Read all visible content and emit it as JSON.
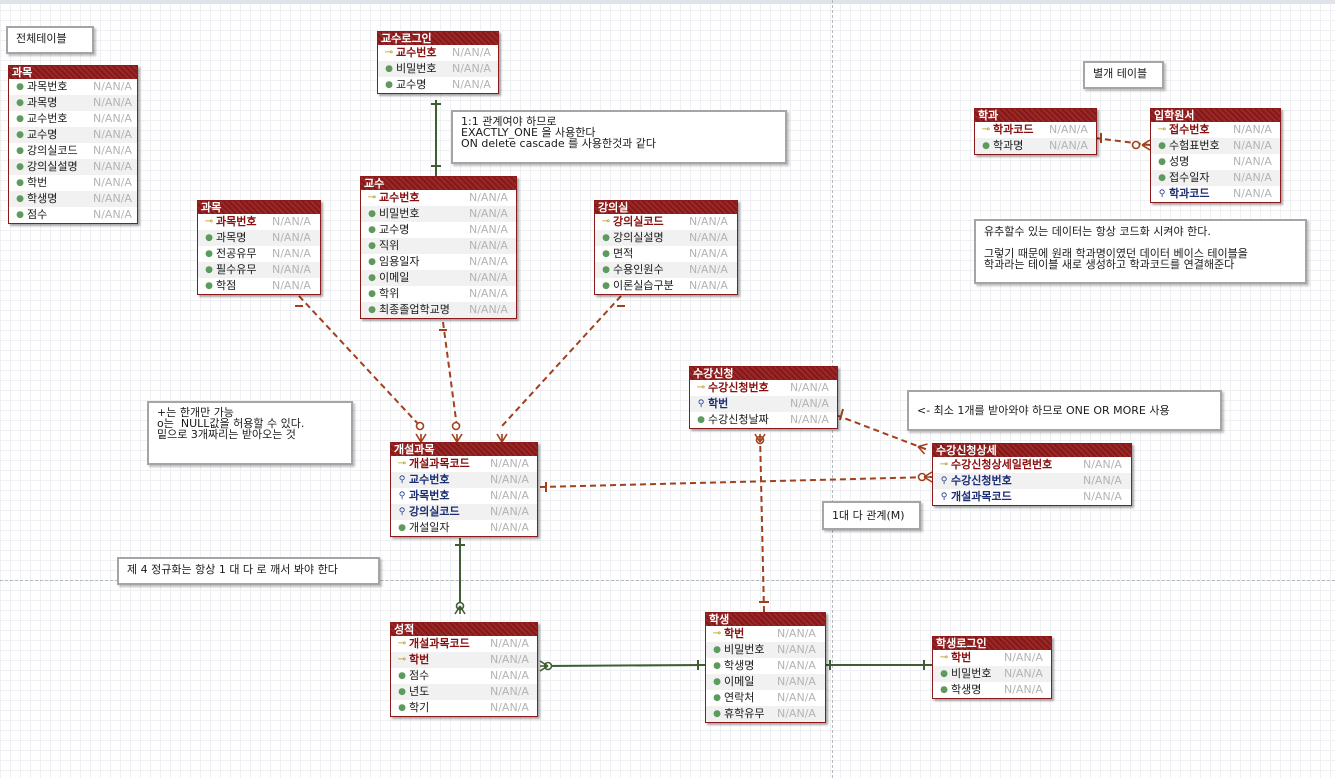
{
  "null_label": "N/AN/A",
  "entities": {
    "gwamok_all": {
      "title": "과목",
      "attrs": [
        {
          "name": "과목번호",
          "kind": "attr"
        },
        {
          "name": "과목명",
          "kind": "attr"
        },
        {
          "name": "교수번호",
          "kind": "attr"
        },
        {
          "name": "교수명",
          "kind": "attr"
        },
        {
          "name": "강의실코드",
          "kind": "attr"
        },
        {
          "name": "강의실설명",
          "kind": "attr"
        },
        {
          "name": "학번",
          "kind": "attr"
        },
        {
          "name": "학생명",
          "kind": "attr"
        },
        {
          "name": "점수",
          "kind": "attr"
        }
      ]
    },
    "professor_login": {
      "title": "교수로그인",
      "attrs": [
        {
          "name": "교수번호",
          "kind": "pk"
        },
        {
          "name": "비밀번호",
          "kind": "attr"
        },
        {
          "name": "교수명",
          "kind": "attr"
        }
      ]
    },
    "professor": {
      "title": "교수",
      "attrs": [
        {
          "name": "교수번호",
          "kind": "pk"
        },
        {
          "name": "비밀번호",
          "kind": "attr"
        },
        {
          "name": "교수명",
          "kind": "attr"
        },
        {
          "name": "직위",
          "kind": "attr"
        },
        {
          "name": "임용일자",
          "kind": "attr"
        },
        {
          "name": "이메일",
          "kind": "attr"
        },
        {
          "name": "학위",
          "kind": "attr"
        },
        {
          "name": "최종졸업학교명",
          "kind": "attr"
        }
      ]
    },
    "course": {
      "title": "과목",
      "attrs": [
        {
          "name": "과목번호",
          "kind": "pk"
        },
        {
          "name": "과목명",
          "kind": "attr"
        },
        {
          "name": "전공유무",
          "kind": "attr"
        },
        {
          "name": "필수유무",
          "kind": "attr"
        },
        {
          "name": "학점",
          "kind": "attr"
        }
      ]
    },
    "classroom": {
      "title": "강의실",
      "attrs": [
        {
          "name": "강의실코드",
          "kind": "pk"
        },
        {
          "name": "강의실설명",
          "kind": "attr"
        },
        {
          "name": "면적",
          "kind": "attr"
        },
        {
          "name": "수용인원수",
          "kind": "attr"
        },
        {
          "name": "이론실습구분",
          "kind": "attr"
        }
      ]
    },
    "open_course": {
      "title": "개설과목",
      "attrs": [
        {
          "name": "개설과목코드",
          "kind": "pk"
        },
        {
          "name": "교수번호",
          "kind": "fk"
        },
        {
          "name": "과목번호",
          "kind": "fk"
        },
        {
          "name": "강의실코드",
          "kind": "fk"
        },
        {
          "name": "개설일자",
          "kind": "attr"
        }
      ]
    },
    "registration": {
      "title": "수강신청",
      "attrs": [
        {
          "name": "수강신청번호",
          "kind": "pk"
        },
        {
          "name": "학번",
          "kind": "fk"
        },
        {
          "name": "수강신청날짜",
          "kind": "attr"
        }
      ]
    },
    "registration_detail": {
      "title": "수강신청상세",
      "attrs": [
        {
          "name": "수강신청상세일련번호",
          "kind": "pk"
        },
        {
          "name": "수강신청번호",
          "kind": "fk"
        },
        {
          "name": "개설과목코드",
          "kind": "fk"
        }
      ]
    },
    "grade": {
      "title": "성적",
      "attrs": [
        {
          "name": "개설과목코드",
          "kind": "pk"
        },
        {
          "name": "학번",
          "kind": "pk"
        },
        {
          "name": "점수",
          "kind": "attr"
        },
        {
          "name": "년도",
          "kind": "attr"
        },
        {
          "name": "학기",
          "kind": "attr"
        }
      ]
    },
    "student": {
      "title": "학생",
      "attrs": [
        {
          "name": "학번",
          "kind": "pk"
        },
        {
          "name": "비밀번호",
          "kind": "attr"
        },
        {
          "name": "학생명",
          "kind": "attr"
        },
        {
          "name": "이메일",
          "kind": "attr"
        },
        {
          "name": "연락처",
          "kind": "attr"
        },
        {
          "name": "휴학유무",
          "kind": "attr"
        }
      ]
    },
    "student_login": {
      "title": "학생로그인",
      "attrs": [
        {
          "name": "학번",
          "kind": "pk"
        },
        {
          "name": "비밀번호",
          "kind": "attr"
        },
        {
          "name": "학생명",
          "kind": "attr"
        }
      ]
    },
    "department": {
      "title": "학과",
      "attrs": [
        {
          "name": "학과코드",
          "kind": "pk"
        },
        {
          "name": "학과명",
          "kind": "attr"
        }
      ]
    },
    "application": {
      "title": "입학원서",
      "attrs": [
        {
          "name": "접수번호",
          "kind": "pk"
        },
        {
          "name": "수험표번호",
          "kind": "attr"
        },
        {
          "name": "성명",
          "kind": "attr"
        },
        {
          "name": "접수일자",
          "kind": "attr"
        },
        {
          "name": "학과코드",
          "kind": "fk"
        }
      ]
    }
  },
  "notes": {
    "all_tables": "전체테이블",
    "separate_tables": "별개 테이블",
    "one_to_one": "1:1 관계여야 하므로\nEXACTLY_ONE 을 사용한다\nON delete cascade 를 사용한것과 같다",
    "plus_note": "+는 한개만 가능\no는  NULL값을 허용할 수 있다.\n밑으로 3개짜리는 받아오는 것",
    "one_or_more": "<- 최소 1개를 받아와야 하므로 ONE OR MORE 사용",
    "one_to_many": "1대 다 관계(M)",
    "normalization": "제 4 정규화는 항상 1 대 다 로 깨서 봐야 한다",
    "derivable": "유추할수 있는 데이터는 항상 코드화 시켜야 한다.\n\n그렇기 때문에 원래 학과명이였던 데이터 베이스 테이블을\n학과라는 테이블 새로 생성하고 학과코드를 연결해준다"
  },
  "colors": {
    "entity_header": "#8a1616",
    "identifying_line": "#3e5e32",
    "non_identifying_line": "#a2401c",
    "note_border": "#a5a5a5"
  },
  "icons": {
    "pk": "key-icon",
    "fk": "foreign-key-icon",
    "attr": "attribute-dot-icon"
  }
}
